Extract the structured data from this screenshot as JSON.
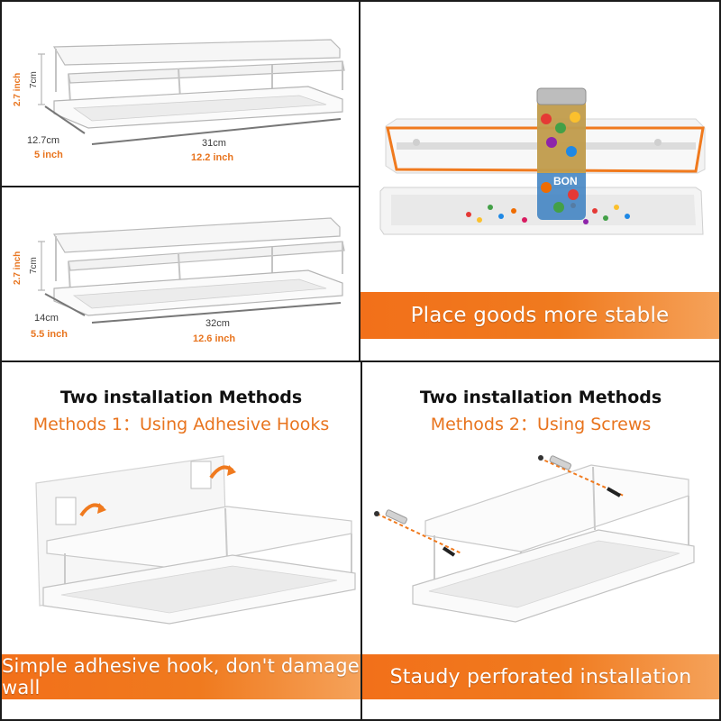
{
  "colors": {
    "accent_orange": "#F07A1E",
    "border": "#1B1B1B",
    "dimension_text": "#3A3A3A"
  },
  "panel_small": {
    "height_cm": "7cm",
    "height_in": "2.7 inch",
    "depth_cm": "12.7cm",
    "depth_in": "5 inch",
    "width_cm": "31cm",
    "width_in": "12.2 inch"
  },
  "panel_large": {
    "height_cm": "7cm",
    "height_in": "2.7 inch",
    "depth_cm": "14cm",
    "depth_in": "5.5 inch",
    "width_cm": "32cm",
    "width_in": "12.6 inch"
  },
  "product_photo": {
    "jar_label": "BON",
    "banner": "Place goods more stable"
  },
  "method_adhesive": {
    "title": "Two installation Methods",
    "subtitle": "Methods 1：Using Adhesive Hooks",
    "banner": "Simple adhesive hook, don't damage wall"
  },
  "method_screws": {
    "title": "Two installation Methods",
    "subtitle": "Methods 2：Using Screws",
    "banner": "Staudy perforated installation"
  }
}
